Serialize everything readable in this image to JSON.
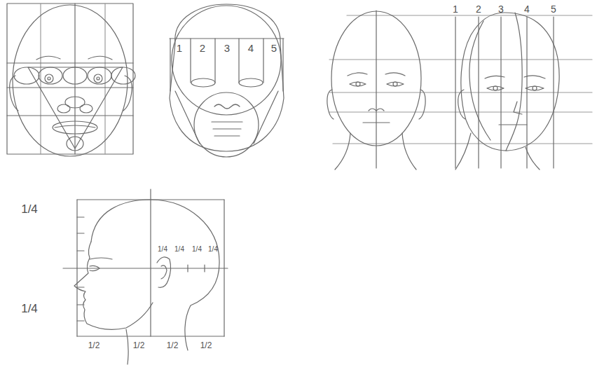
{
  "diagram": {
    "labels": [
      "1",
      "2",
      "3",
      "4",
      "5",
      "1",
      "2",
      "3",
      "4",
      "5",
      "1/4",
      "1/4",
      "1/4",
      "1/4",
      "1/4",
      "1/4",
      "1/2",
      "1/2",
      "1/2",
      "1/2"
    ]
  }
}
